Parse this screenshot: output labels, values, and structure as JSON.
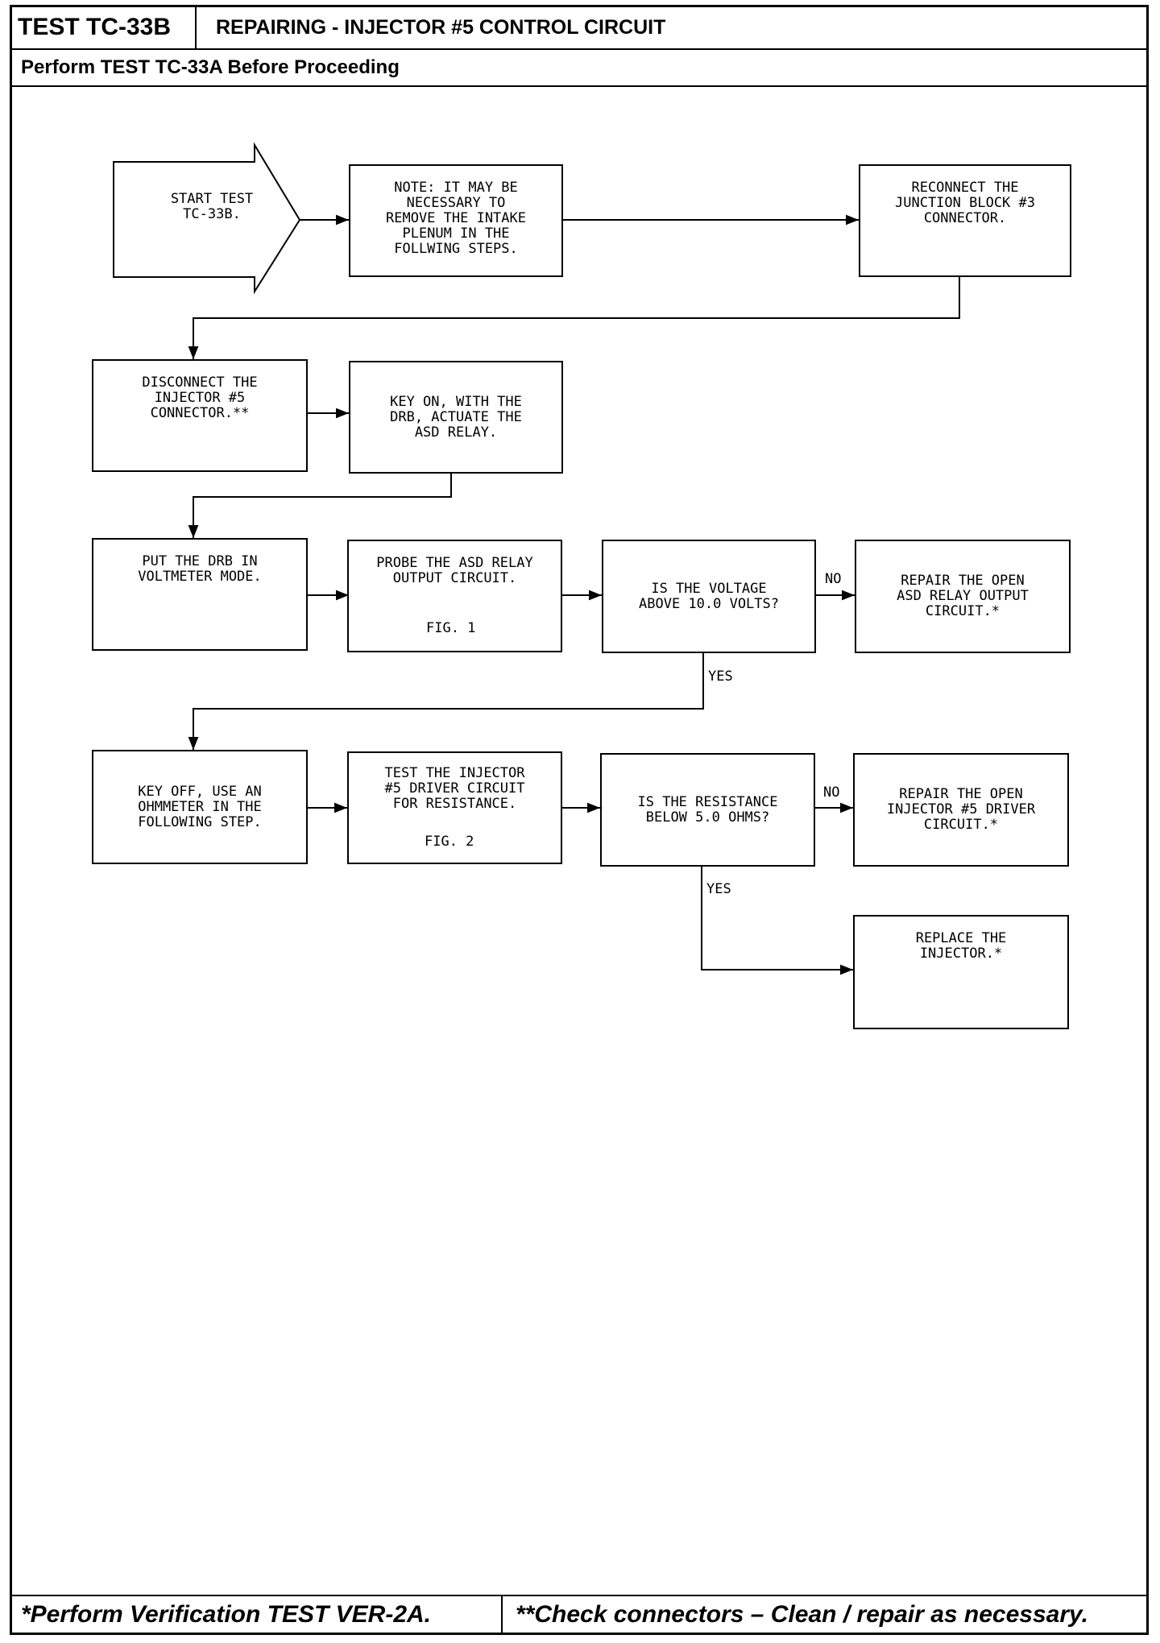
{
  "header": {
    "test_id": "TEST TC-33B",
    "title": "REPAIRING - INJECTOR #5 CONTROL CIRCUIT",
    "prerequisite": "Perform TEST TC-33A Before Proceeding"
  },
  "flow": {
    "start": "START TEST\nTC-33B.",
    "note": "NOTE: IT MAY BE\nNECESSARY TO\nREMOVE THE INTAKE\nPLENUM IN THE\nFOLLWING STEPS.",
    "reconnect": "RECONNECT THE\nJUNCTION BLOCK #3\nCONNECTOR.",
    "disconnect": "DISCONNECT THE\nINJECTOR #5\nCONNECTOR.**",
    "key_on": "KEY ON, WITH THE\nDRB, ACTUATE THE\nASD RELAY.",
    "put_drb": "PUT THE DRB IN\nVOLTMETER MODE.",
    "probe": "PROBE THE ASD RELAY\nOUTPUT CIRCUIT.",
    "probe_fig": "FIG. 1",
    "voltage_q": "IS THE VOLTAGE\nABOVE 10.0 VOLTS?",
    "repair_asd": "REPAIR THE OPEN\nASD RELAY OUTPUT\nCIRCUIT.*",
    "key_off": "KEY OFF, USE AN\nOHMMETER IN THE\nFOLLOWING STEP.",
    "test_driver": "TEST THE INJECTOR\n#5 DRIVER CIRCUIT\nFOR RESISTANCE.",
    "test_fig": "FIG. 2",
    "resistance_q": "IS THE RESISTANCE\nBELOW 5.0 OHMS?",
    "repair_driver": "REPAIR THE OPEN\nINJECTOR #5 DRIVER\nCIRCUIT.*",
    "replace": "REPLACE THE\nINJECTOR.*",
    "no_label": "NO",
    "yes_label": "YES"
  },
  "footer": {
    "note_single": "*Perform Verification TEST VER-2A.",
    "note_double": "**Check connectors – Clean / repair as necessary."
  }
}
